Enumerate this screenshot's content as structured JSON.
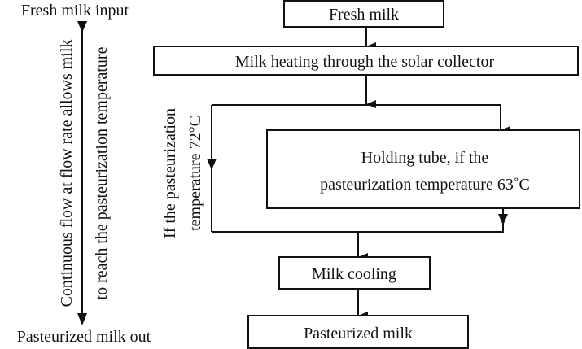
{
  "left_panel": {
    "top_label": "Fresh milk input",
    "bottom_label": "Pasteurized milk out",
    "vertical_line1": "Continuous flow at flow rate allows milk",
    "vertical_line2": "to reach the pasteurization temperature"
  },
  "flow": {
    "fresh_milk": "Fresh milk",
    "heating": "Milk heating through the solar collector",
    "branch_label_line1": "If the pasteurization",
    "branch_label_line2": "temperature 72°C",
    "holding_line1": "Holding tube, if the",
    "holding_line2": "pasteurization temperature 63˚C",
    "cooling": "Milk cooling",
    "pasteurized": "Pasteurized milk"
  }
}
